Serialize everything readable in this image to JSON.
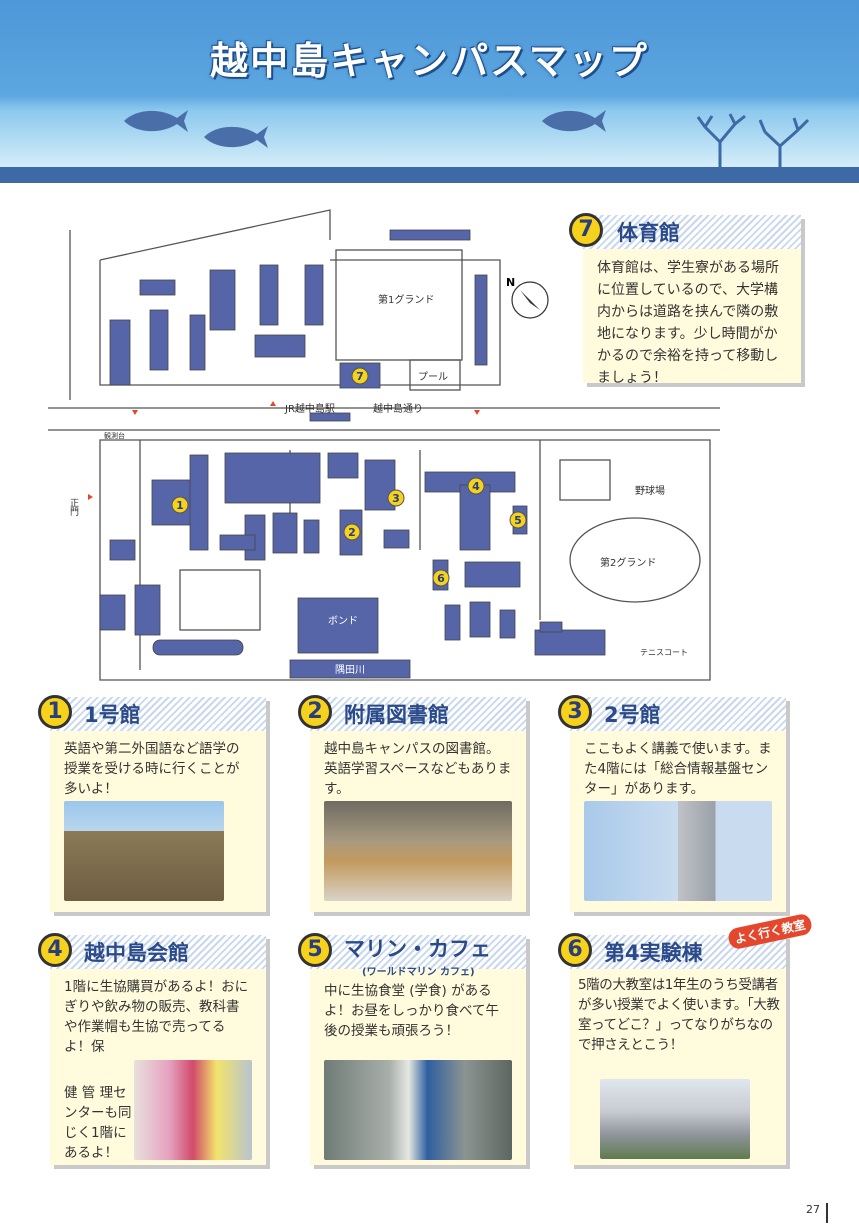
{
  "header": {
    "title": "越中島キャンパスマップ"
  },
  "map": {
    "labels": {
      "ground1": "第1グランド",
      "pool": "プール",
      "station": "JR越中島駅",
      "street": "越中島通り",
      "observatory": "観測台",
      "main_gate": "正門",
      "baseball": "野球場",
      "ground2": "第2グランド",
      "pond": "ボンド",
      "river": "隅田川",
      "tennis": "テニスコート",
      "compass": "N"
    },
    "markers": [
      "1",
      "2",
      "3",
      "4",
      "5",
      "6",
      "7"
    ]
  },
  "gym": {
    "num": "7",
    "title": "体育館",
    "text": "体育館は、学生寮がある場所に位置しているので、大学構内からは道路を挟んで隣の敷地になります。少し時間がかかるので余裕を持って移動しましょう！"
  },
  "cards": [
    {
      "num": "1",
      "title": "1号館",
      "text": "英語や第二外国語など語学の授業を受ける時に行くことが多いよ！"
    },
    {
      "num": "2",
      "title": "附属図書館",
      "text": "越中島キャンパスの図書館。英語学習スペースなどもあります。"
    },
    {
      "num": "3",
      "title": "2号館",
      "text": "ここもよく講義で使います。また4階には「総合情報基盤センター」があります。"
    },
    {
      "num": "4",
      "title": "越中島会館",
      "text": "1階に生協購買があるよ！おにぎりや飲み物の販売、教科書や作業帽も生協で売ってるよ！保",
      "text2": "健 管 理センターも同じく1階にあるよ！"
    },
    {
      "num": "5",
      "title": "マリン・カフェ",
      "subtitle": "(ワールドマリン カフェ)",
      "text": "中に生協食堂 (学食) があるよ！お昼をしっかり食べて午後の授業も頑張ろう！"
    },
    {
      "num": "6",
      "title": "第4実験棟",
      "badge": "よく行く教室",
      "text": "5階の大教室は1年生のうち受講者が多い授業でよく使います。「大教室ってどこ？」ってなりがちなので押さえとこう！"
    }
  ],
  "page_number": "27"
}
